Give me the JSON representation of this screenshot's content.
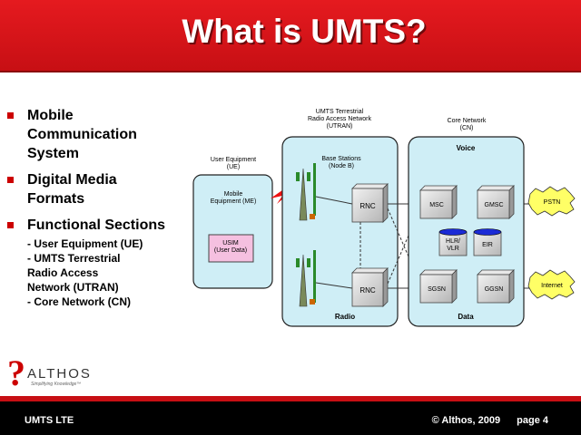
{
  "title": "What is UMTS?",
  "bullets": [
    {
      "text": "Mobile\nCommunication\nSystem"
    },
    {
      "text": "Digital Media\nFormats"
    },
    {
      "text": "Functional Sections"
    }
  ],
  "sub_bullets": [
    "- User Equipment (UE)",
    "- UMTS Terrestrial\n  Radio Access\n  Network (UTRAN)",
    "- Core Network (CN)"
  ],
  "diagram": {
    "ue_header": "User Equipment\n(UE)",
    "me_label": "Mobile\nEquipment (ME)",
    "usim_label": "USIM\n(User Data)",
    "utran_header": "UMTS Terrestrial\nRadio Access Network\n(UTRAN)",
    "base_stations_label": "Base Stations\n(Node B)",
    "rnc_top": "RNC",
    "rnc_bottom": "RNC",
    "radio_label": "Radio",
    "cn_header": "Core Network\n(CN)",
    "voice_label": "Voice",
    "msc": "MSC",
    "gmsc": "GMSC",
    "hlr": "HLR/\nVLR",
    "eir": "EIR",
    "sgsn": "SGSN",
    "ggsn": "GGSN",
    "data_label": "Data",
    "pstn": "PSTN",
    "internet": "Internet"
  },
  "logo": {
    "name": "ALTHOS",
    "tagline": "Simplifying Knowledge™"
  },
  "footer": {
    "left": "UMTS LTE",
    "copyright": "© Althos, 2009",
    "page": "page 4"
  },
  "colors": {
    "title_red": "#e51a1f",
    "panel_blue": "#cfeef6",
    "usim_pink": "#f5c0e0",
    "cloud_yellow": "#ffff66",
    "footer_black": "#000000"
  }
}
